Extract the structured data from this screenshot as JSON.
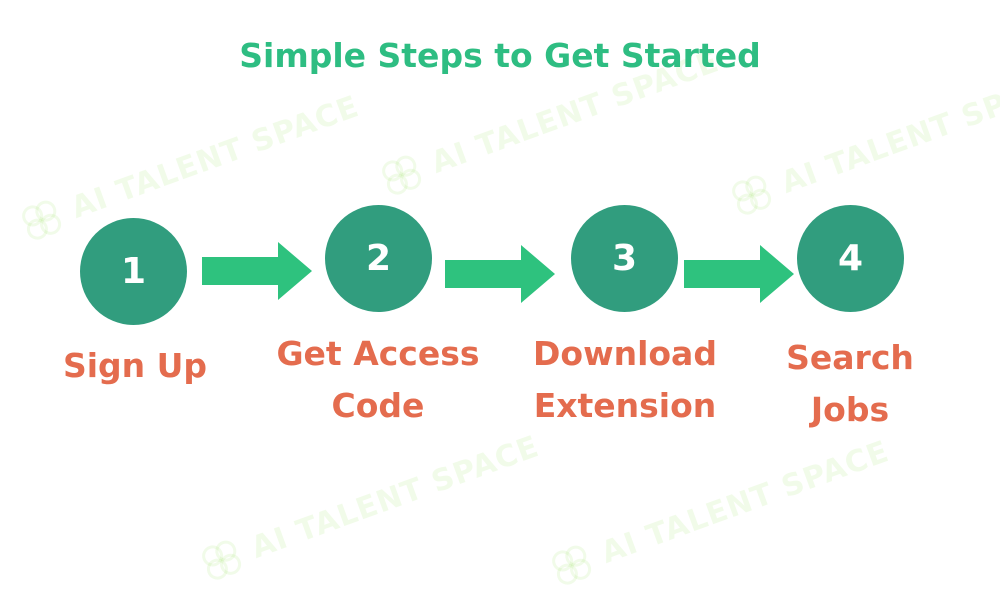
{
  "title": "Simple Steps to Get Started",
  "watermark_text": "AI TALENT SPACE",
  "colors": {
    "title": "#2ebd82",
    "circle": "#319d7e",
    "arrow": "#2ec27e",
    "label": "#e46c4e",
    "watermark": "#aae678"
  },
  "steps": [
    {
      "number": "1",
      "label": "Sign Up"
    },
    {
      "number": "2",
      "label": "Get Access\nCode"
    },
    {
      "number": "3",
      "label": "Download\nExtension"
    },
    {
      "number": "4",
      "label": "Search\nJobs"
    }
  ]
}
